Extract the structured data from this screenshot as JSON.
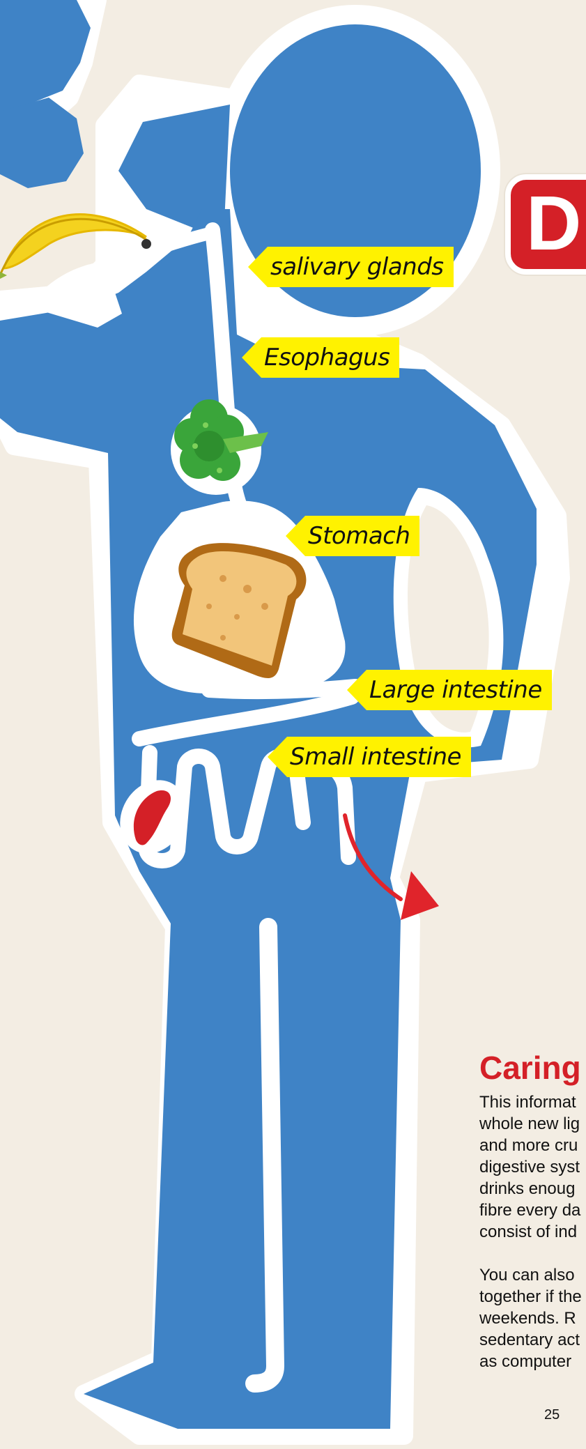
{
  "title": "Di",
  "labels": {
    "salivary_glands": "salivary glands",
    "esophagus": "Esophagus",
    "stomach": "Stomach",
    "large_intestine": "Large intestine",
    "small_intestine": "Small intestine"
  },
  "caring": {
    "heading": "Caring",
    "paragraph1": [
      "This informat",
      "whole new lig",
      "and more cru",
      "digestive syst",
      "drinks enoug",
      "fibre every da",
      "consist of ind"
    ],
    "paragraph2": [
      "You can also",
      "together if the",
      "weekends. R",
      "sedentary act",
      "as computer"
    ]
  },
  "page_number": "25",
  "colors": {
    "body": "#3f83c6",
    "label_bg": "#fff200",
    "accent_red": "#d42027",
    "background": "#f3ede3"
  },
  "foods": [
    "banana",
    "broccoli",
    "toast",
    "kidney-bean"
  ]
}
